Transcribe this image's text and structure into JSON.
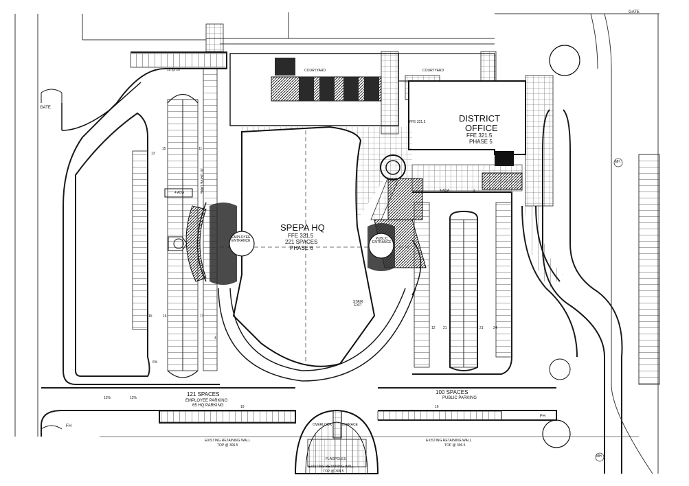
{
  "gates": {
    "left": "GATE",
    "top_right": "GATE"
  },
  "courtyards": {
    "left": "COURTYARD",
    "right": "COURTYARD"
  },
  "district_office": {
    "name": "DISTRICT",
    "name2": "OFFICE",
    "ffe": "FFE 321.5",
    "phase": "PHASE 5"
  },
  "spepa_hq": {
    "name": "SPEPA HQ",
    "ffe": "FFE 321.5",
    "spaces": "221 SPACES",
    "phase": "PHASE 6"
  },
  "entrances": {
    "employee": "EMPLOYEE\nENTRANCE",
    "public": "PUBLIC\nENTRANCE",
    "stair": "STAIR\nEXIT"
  },
  "employee_lot": {
    "spaces": "121 SPACES",
    "line1": "EMPLOYEE PARKING",
    "line2": "65 HQ PARKING"
  },
  "public_lot": {
    "spaces": "100 SPACES",
    "line1": "PUBLIC PARKING"
  },
  "overlook": {
    "left": "OVERLOOK",
    "right": "TERRACE",
    "bottom": "FLAGPOLES"
  },
  "walls": {
    "left": [
      "EXISTING RETAINING WALL",
      "TOP @ 306.5"
    ],
    "right": [
      "EXISTING RETAINING WALL",
      "TOP @ 306.5"
    ],
    "center": [
      "EXISTING RETAINING WALL",
      "TOP @ 308.5"
    ]
  },
  "hydrants": [
    "FH",
    "FH"
  ],
  "manholes": [
    "MH",
    "MH"
  ],
  "stall_counts": {
    "top": "12 @ 10'",
    "ada_left": "4 ADA",
    "ada_right": "4 ADA",
    "right_2": "2",
    "left_row": [
      "13",
      "15",
      "11",
      "15",
      "16",
      "12",
      "4"
    ],
    "right_row": [
      "12",
      "21",
      "21",
      "24"
    ],
    "bottom_left": "19",
    "bottom_right": "16",
    "grades": [
      "6%",
      "12%",
      "12%"
    ]
  },
  "misc": {
    "drive_lane": "30' DRIVE LANE",
    "ffe_note": "FFE 321.5"
  },
  "colors": {
    "line": "#1a1a1a",
    "hatch": "#333333",
    "ground": "#ffffff",
    "fill_dark": "#2a2a2a"
  }
}
